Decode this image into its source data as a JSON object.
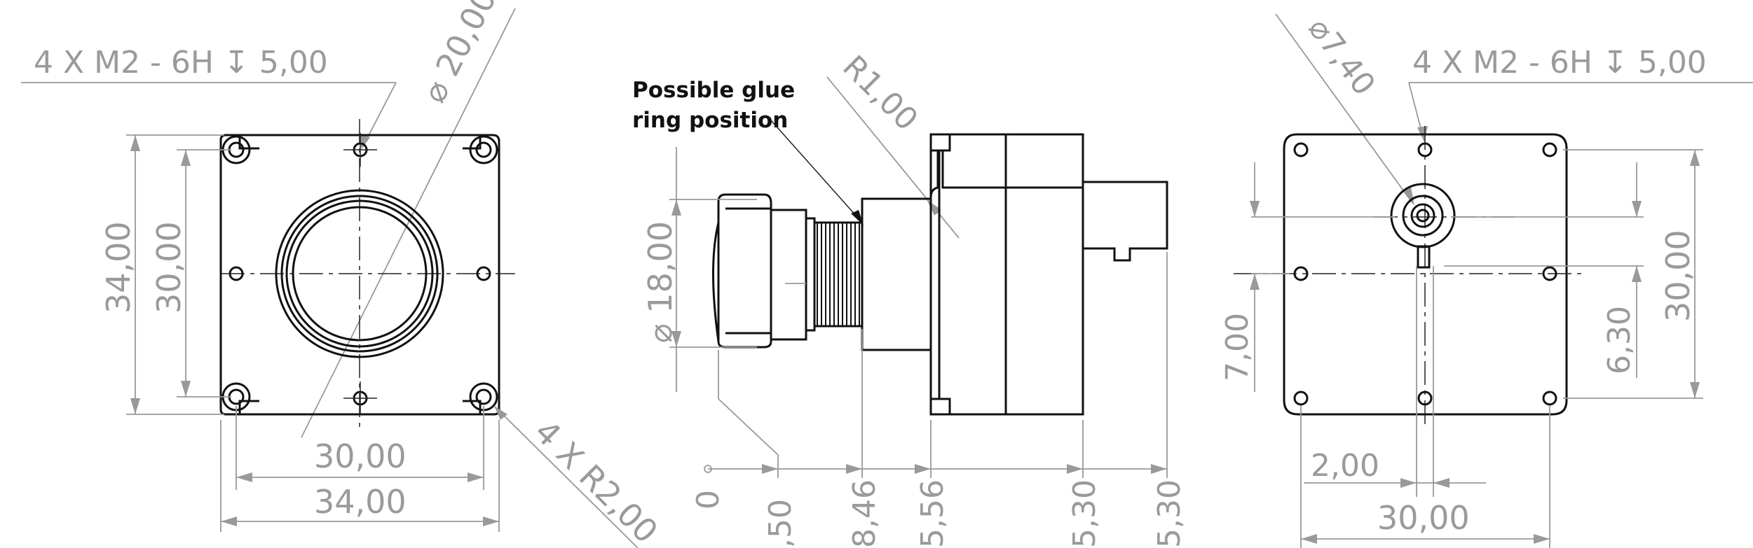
{
  "front_view": {
    "thread_callout": "4 X M2 - 6H ↧ 5,00",
    "bore_diameter": "⌀ 20,00",
    "height_outer": "34,00",
    "height_inner": "30,00",
    "width_inner": "30,00",
    "width_outer": "34,00",
    "corner_radius": "4 X R2,00"
  },
  "side_view": {
    "glue_note_line1": "Possible glue",
    "glue_note_line2": "ring position",
    "edge_radius": "R1,00",
    "lens_diameter": "⌀ 18,00",
    "datum_zero": "0",
    "x_dims": [
      ",50",
      "8,46",
      "5,56",
      "5,30",
      "5,30"
    ]
  },
  "rear_view": {
    "connector_diameter": "⌀7,40",
    "thread_callout": "4 X M2 - 6H ↧ 5,00",
    "height_left": "7,00",
    "height_mid": "6,30",
    "height_right": "30,00",
    "offset": "2,00",
    "width": "30,00"
  }
}
